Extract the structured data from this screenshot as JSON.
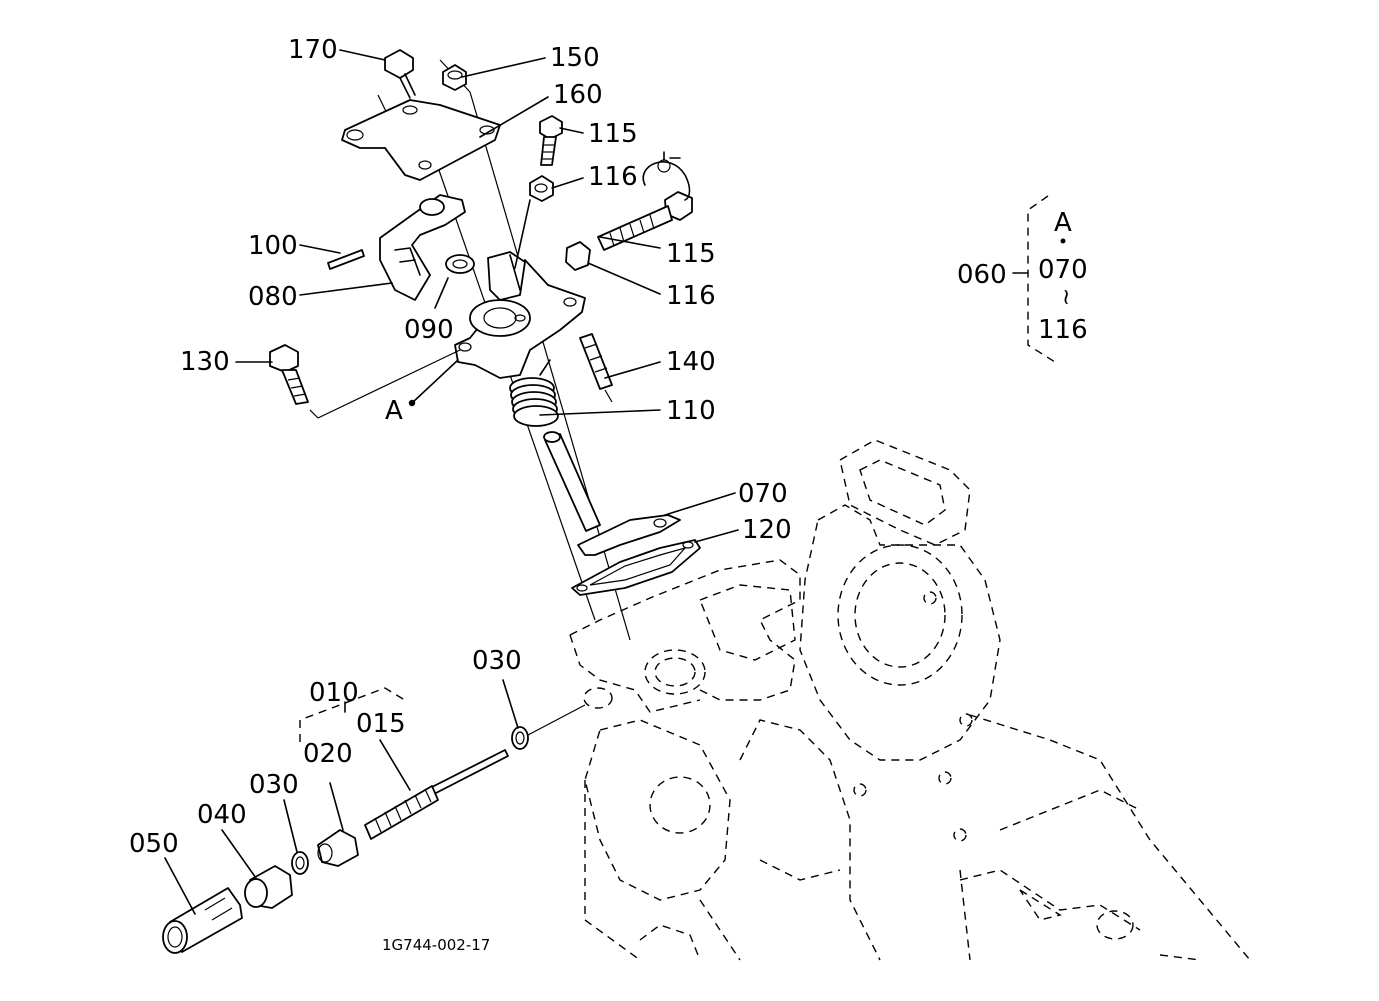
{
  "drawing_code": "1G744-002-17",
  "callouts": {
    "p170": "170",
    "p150": "150",
    "p160": "160",
    "p115a": "115",
    "p116a": "116",
    "p115b": "115",
    "p116b": "116",
    "p100": "100",
    "p080": "080",
    "p090": "090",
    "p130": "130",
    "p140": "140",
    "p110": "110",
    "pA": "A",
    "p070": "070",
    "p120": "120",
    "p030a": "030",
    "p010": "010",
    "p015": "015",
    "p020": "020",
    "p030b": "030",
    "p040": "040",
    "p050": "050"
  },
  "legend": {
    "assembly": "060",
    "ref": "A",
    "from": "070",
    "range_mark": "~",
    "to": "116"
  }
}
